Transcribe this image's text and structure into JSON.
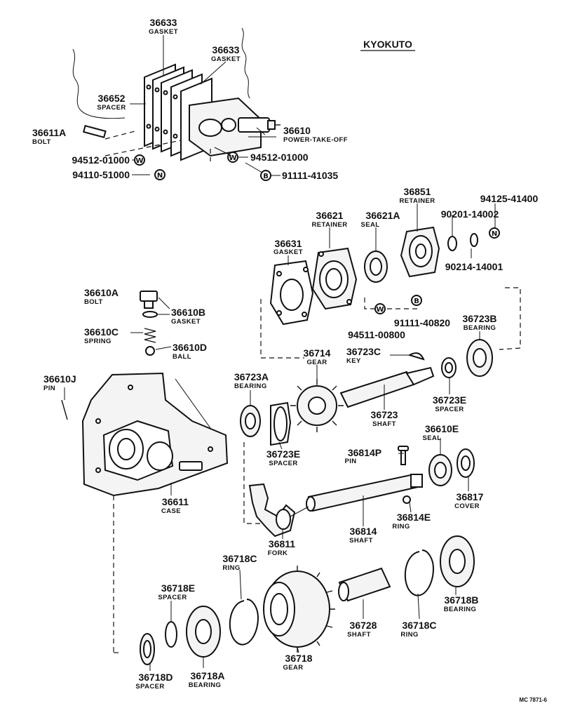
{
  "brand": "KYOKUTO",
  "figure_code": "MC 7871-6",
  "symbols": {
    "w": "W",
    "n": "N",
    "b": "B"
  },
  "parts": {
    "p36633a": {
      "number": "36633",
      "name": "GASKET"
    },
    "p36633b": {
      "number": "36633",
      "name": "GASKET"
    },
    "p36652": {
      "number": "36652",
      "name": "SPACER"
    },
    "p36611A": {
      "number": "36611A",
      "name": "BOLT"
    },
    "p36610": {
      "number": "36610",
      "name": "POWER-TAKE-OFF"
    },
    "p94512a": {
      "number": "94512-01000"
    },
    "p94512b": {
      "number": "94512-01000"
    },
    "p94110": {
      "number": "94110-51000"
    },
    "p91111_41035": {
      "number": "91111-41035"
    },
    "p36851": {
      "number": "36851",
      "name": "RETAINER"
    },
    "p94125": {
      "number": "94125-41400"
    },
    "p36621": {
      "number": "36621",
      "name": "RETAINER"
    },
    "p36621A": {
      "number": "36621A",
      "name": "SEAL"
    },
    "p90201": {
      "number": "90201-14002"
    },
    "p36631": {
      "number": "36631",
      "name": "GASKET"
    },
    "p90214": {
      "number": "90214-14001"
    },
    "p36610A": {
      "number": "36610A",
      "name": "BOLT"
    },
    "p36610B": {
      "number": "36610B",
      "name": "GASKET"
    },
    "p91111_40820": {
      "number": "91111-40820"
    },
    "p94511": {
      "number": "94511-00800"
    },
    "p36723B": {
      "number": "36723B",
      "name": "BEARING"
    },
    "p36610C": {
      "number": "36610C",
      "name": "SPRING"
    },
    "p36610D": {
      "number": "36610D",
      "name": "BALL"
    },
    "p36714": {
      "number": "36714",
      "name": "GEAR"
    },
    "p36723C": {
      "number": "36723C",
      "name": "KEY"
    },
    "p36610J": {
      "number": "36610J",
      "name": "PIN"
    },
    "p36723A": {
      "number": "36723A",
      "name": "BEARING"
    },
    "p36723E_r": {
      "number": "36723E",
      "name": "SPACER"
    },
    "p36723": {
      "number": "36723",
      "name": "SHAFT"
    },
    "p36610E": {
      "number": "36610E",
      "name": "SEAL"
    },
    "p36723E_l": {
      "number": "36723E",
      "name": "SPACER"
    },
    "p36814P": {
      "number": "36814P",
      "name": "PIN"
    },
    "p36611": {
      "number": "36611",
      "name": "CASE"
    },
    "p36817": {
      "number": "36817",
      "name": "COVER"
    },
    "p36814E": {
      "number": "36814E",
      "name": "RING"
    },
    "p36814": {
      "number": "36814",
      "name": "SHAFT"
    },
    "p36811": {
      "number": "36811",
      "name": "FORK"
    },
    "p36718C_t": {
      "number": "36718C",
      "name": "RING"
    },
    "p36718E": {
      "number": "36718E",
      "name": "SPACER"
    },
    "p36718B": {
      "number": "36718B",
      "name": "BEARING"
    },
    "p36728": {
      "number": "36728",
      "name": "SHAFT"
    },
    "p36718C_b": {
      "number": "36718C",
      "name": "RING"
    },
    "p36718": {
      "number": "36718",
      "name": "GEAR"
    },
    "p36718D": {
      "number": "36718D",
      "name": "SPACER"
    },
    "p36718A": {
      "number": "36718A",
      "name": "BEARING"
    }
  }
}
